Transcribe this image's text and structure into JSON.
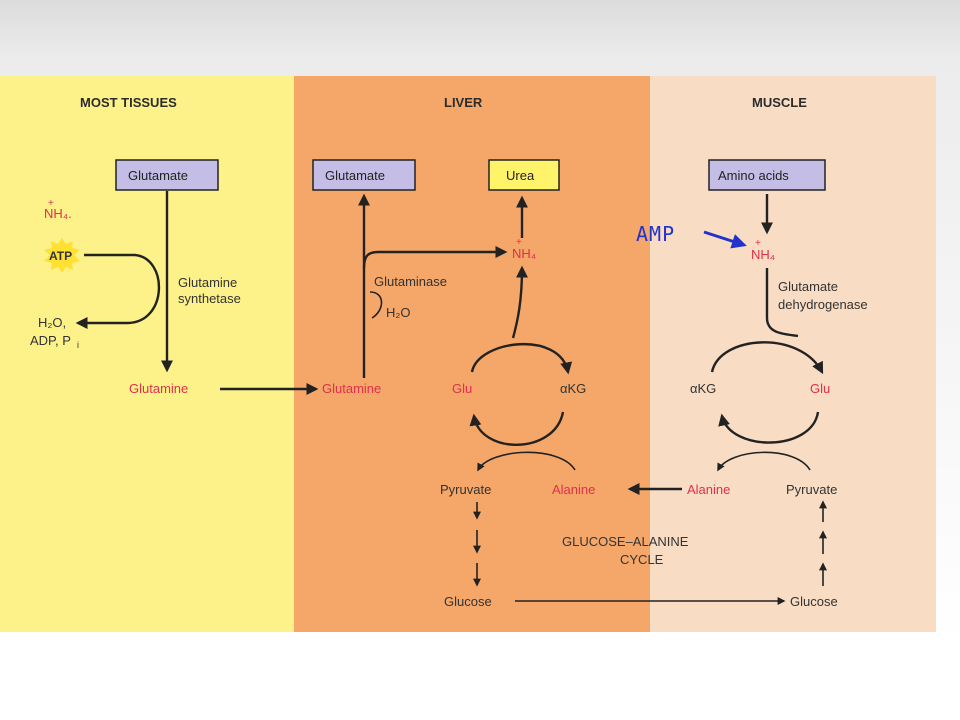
{
  "panels": {
    "most_tissues": {
      "title": "MOST TISSUES",
      "color": "#fdf28a"
    },
    "liver": {
      "title": "LIVER",
      "color": "#f4a768"
    },
    "muscle": {
      "title": "MUSCLE",
      "color": "#f8dcc4"
    }
  },
  "most_tissues": {
    "box": "Glutamate",
    "nh4": "NH₄.",
    "nh4_charge": "+",
    "atp": "ATP",
    "enzyme_line1": "Glutamine",
    "enzyme_line2": "synthetase",
    "products_line1": "H₂O,",
    "products_line2": "ADP, P",
    "products_sub": "i",
    "glutamine": "Glutamine"
  },
  "liver": {
    "box_glutamate": "Glutamate",
    "box_urea": "Urea",
    "nh4": "NH₄",
    "nh4_charge": "+",
    "enzyme": "Glutaminase",
    "h2o": "H₂O",
    "glutamine": "Glutamine",
    "glu": "Glu",
    "akg": "αKG",
    "pyruvate": "Pyruvate",
    "alanine": "Alanine",
    "glucose": "Glucose",
    "cycle_line1": "GLUCOSE–ALANINE",
    "cycle_line2": "CYCLE"
  },
  "muscle": {
    "box": "Amino acids",
    "nh4": "NH₄",
    "nh4_charge": "+",
    "enzyme_line1": "Glutamate",
    "enzyme_line2": "dehydrogenase",
    "akg": "αKG",
    "glu": "Glu",
    "alanine": "Alanine",
    "pyruvate": "Pyruvate",
    "glucose": "Glucose"
  },
  "annotation": {
    "amp": "AMP",
    "color": "#2233cc"
  },
  "colors": {
    "box_fill": "#c4bde6",
    "urea_fill": "#fff36a",
    "red_text": "#e0304c",
    "atp_star": "#ffe033"
  }
}
